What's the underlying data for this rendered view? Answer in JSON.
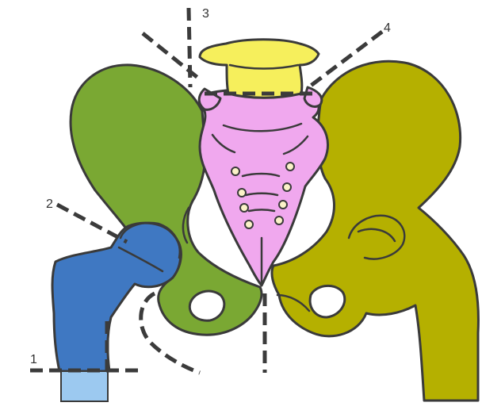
{
  "labels": {
    "cut_1": "1",
    "cut_2": "2",
    "cut_3": "3",
    "cut_4": "4"
  },
  "colors": {
    "left_ilium": "#7aa833",
    "right_hip": "#b5b000",
    "femur": "#3f78c2",
    "femur_shaft_end": "#9cc9f0",
    "sacrum": "#f0a8ee",
    "lumbar_vertebra": "#f6ef5c",
    "outline": "#3a3a3a",
    "cut_lines": "#3b3b3b"
  },
  "icons": {
    "sacral_foramen": "small-circle"
  }
}
